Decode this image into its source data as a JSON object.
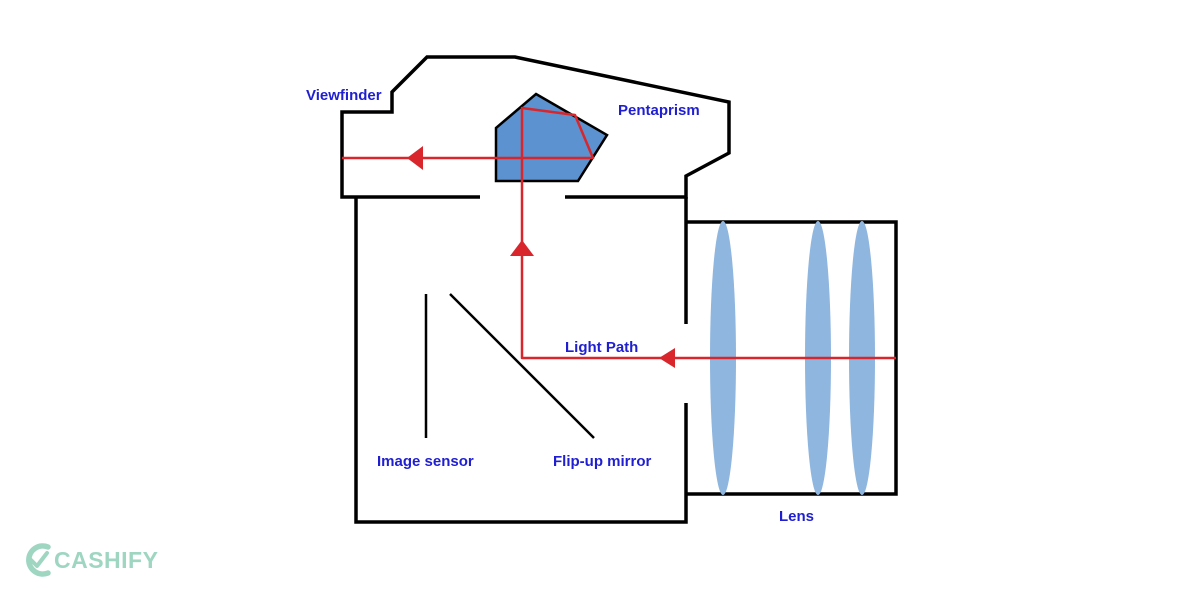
{
  "labels": {
    "viewfinder": "Viewfinder",
    "pentaprism": "Pentaprism",
    "light_path": "Light Path",
    "image_sensor": "Image sensor",
    "flip_up_mirror": "Flip-up mirror",
    "lens": "Lens"
  },
  "brand": {
    "name": "CASHIFY",
    "icon": "cashify-logo-icon"
  },
  "colors": {
    "label_text": "#1f1fd1",
    "light_ray": "#d9262c",
    "prism_fill": "#5b92cf",
    "lens_fill": "#8fb6df",
    "outline": "#000000",
    "brand": "#9ed6c2"
  }
}
